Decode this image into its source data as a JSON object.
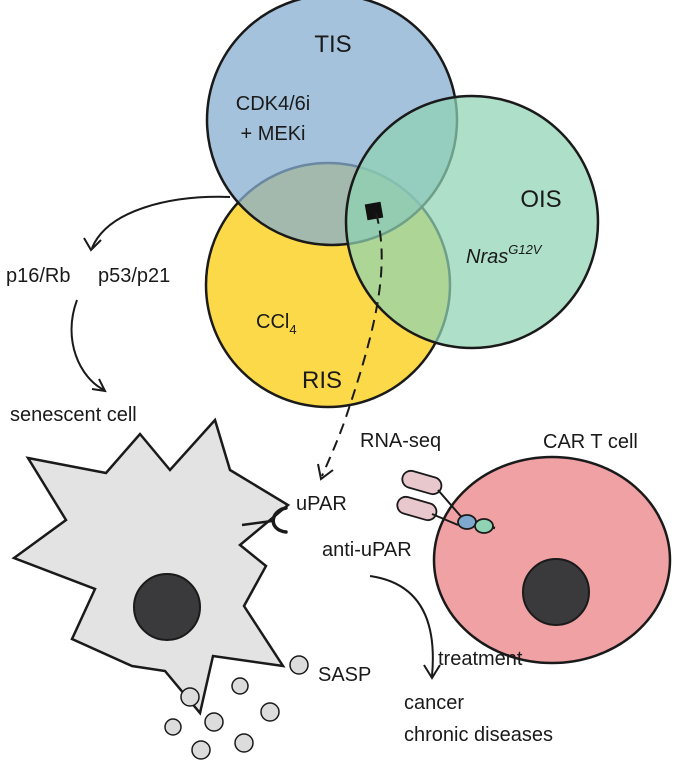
{
  "circles": {
    "tis": {
      "label": "TIS",
      "color": "#86aecf",
      "inducer_line1": "CDK4/6i",
      "inducer_line2": "+ MEKi"
    },
    "ois": {
      "label": "OIS",
      "color": "#8fd3b4",
      "inducer": "Nras",
      "inducer_sup": "G12V"
    },
    "ris": {
      "label": "RIS",
      "color": "#fcd535",
      "inducer": "CCl",
      "inducer_sub": "4"
    }
  },
  "pathways": {
    "p16": "p16/Rb",
    "p53": "p53/p21"
  },
  "senescent_cell": {
    "label": "senescent cell",
    "color": "#e3e3e3"
  },
  "rna_seq": "RNA-seq",
  "upar": "uPAR",
  "anti_upar": "anti-uPAR",
  "car_t": {
    "label": "CAR T cell",
    "color": "#efa1a3"
  },
  "sasp": "SASP",
  "treatment": "treatment",
  "outcomes": {
    "line1": "cancer",
    "line2": "chronic diseases"
  },
  "colors": {
    "nucleus": "#3a3a3c",
    "sasp_dot": "#dcdcdc",
    "receptor_pink": "#e8c7cd",
    "scfv_blue": "#7fa8cf",
    "scfv_green": "#8fd3b4",
    "outline": "#1a1a1a"
  }
}
